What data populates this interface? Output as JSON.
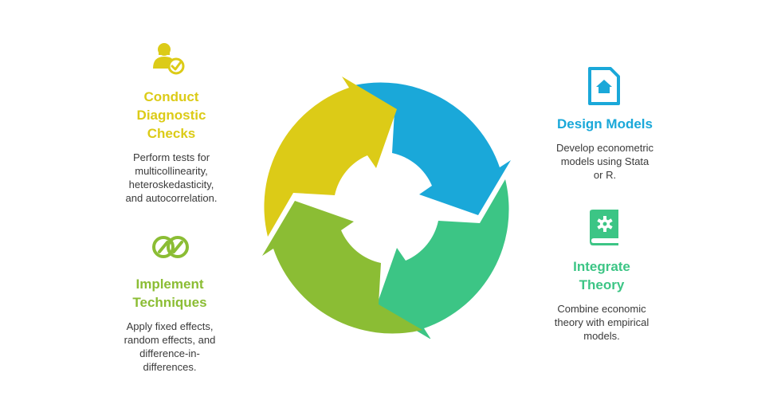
{
  "steps": [
    {
      "title": [
        "Design Models"
      ],
      "description": [
        "Develop econometric",
        "models using Stata",
        "or R."
      ],
      "color": "#1aa8d9",
      "icon": "document-home-icon"
    },
    {
      "title": [
        "Integrate",
        "Theory"
      ],
      "description": [
        "Combine economic",
        "theory with empirical",
        "models."
      ],
      "color": "#3cc585",
      "icon": "book-gear-icon"
    },
    {
      "title": [
        "Implement",
        "Techniques"
      ],
      "description": [
        "Apply fixed effects,",
        "random effects, and",
        "difference-in-",
        "differences."
      ],
      "color": "#8bbd34",
      "icon": "interlinked-rings-icon"
    },
    {
      "title": [
        "Conduct",
        "Diagnostic",
        "Checks"
      ],
      "description": [
        "Perform tests for",
        "multicollinearity,",
        "heteroskedasticity,",
        "and autocorrelation."
      ],
      "color": "#dccb17",
      "icon": "person-check-icon"
    }
  ]
}
